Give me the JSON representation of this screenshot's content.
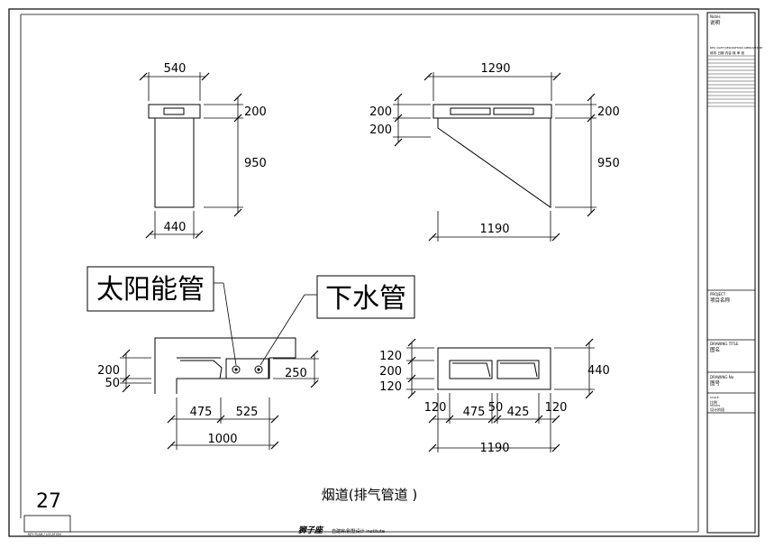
{
  "drawing": {
    "page_number": "27",
    "caption": "烟道(排气管道 )",
    "key_plan_label": "KEY PLAN / LOCATION",
    "footer_brand": "狮子座",
    "footer_subtitle": "自建房/别墅设计 institute"
  },
  "labels": {
    "solar_pipe": "太阳能管",
    "drain_pipe": "下水管"
  },
  "elevation_left": {
    "top_width": "540",
    "bottom_width": "440",
    "right_top": "200",
    "right_height": "950"
  },
  "elevation_right": {
    "top_width": "1290",
    "bottom_width": "1190",
    "left_top": "200",
    "left_second": "200",
    "right_top": "200",
    "right_height": "950"
  },
  "plan_left": {
    "left_upper": "200",
    "left_lower": "50",
    "right": "250",
    "seg_1": "475",
    "seg_2": "525",
    "total": "1000"
  },
  "plan_right": {
    "left_1": "120",
    "left_2": "200",
    "left_3": "120",
    "right": "440",
    "seg_1": "120",
    "seg_2": "475",
    "seg_3": "50",
    "seg_4": "425",
    "seg_5": "120",
    "total": "1190"
  },
  "title_block": {
    "notes_en": "Notes",
    "notes_cn": "说明",
    "rev_row_en": "REV.  DATE  DESCRIPTION  APPROVED BY",
    "rev_row_cn": "修改  日期  内容  核  审  批",
    "project_en": "PROJECT",
    "project_cn": "项目名称",
    "drawing_title_en": "DRAWING TITLE",
    "drawing_title_cn": "图名",
    "drawing_no_en": "DRAWING No",
    "drawing_no_cn": "图号",
    "scale_en": "SCALE",
    "scale_cn": "比例",
    "status_en": "STATUS",
    "status_cn": "设计阶段"
  }
}
